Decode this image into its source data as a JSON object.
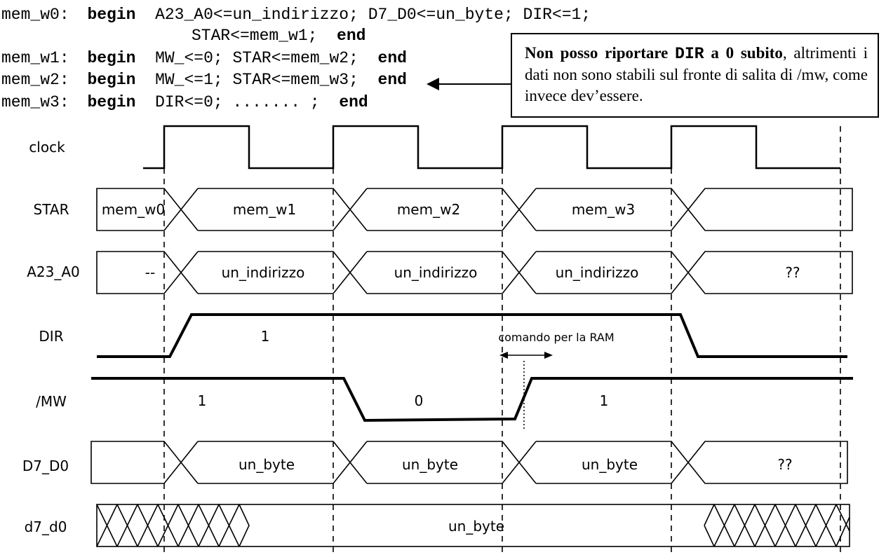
{
  "code": {
    "line1": {
      "label": "mem_w0:",
      "kw_begin": "begin",
      "body": " A23_A0<=un_indirizzo; D7_D0<=un_byte; DIR<=1;"
    },
    "line1b": {
      "body": "STAR<=mem_w1; ",
      "kw_end": "end"
    },
    "line2": {
      "label": "mem_w1:",
      "kw_begin": "begin",
      "body": " MW_<=0; STAR<=mem_w2; ",
      "kw_end": "end"
    },
    "line3": {
      "label": "mem_w2:",
      "kw_begin": "begin",
      "body": " MW_<=1; STAR<=mem_w3; ",
      "kw_end": "end"
    },
    "line4": {
      "label": "mem_w3:",
      "kw_begin": "begin",
      "body": " DIR<=0; ....... ; ",
      "kw_end": "end"
    }
  },
  "note": {
    "bold1": "Non posso riportare ",
    "mono": "DIR",
    "bold2": " a 0 subito",
    "rest": ", altrimenti i dati non sono stabili sul fronte di salita di /mw, come invece dev’essere."
  },
  "signals": {
    "clock": "clock",
    "star": "STAR",
    "a23": "A23_A0",
    "dir": "DIR",
    "mw": "/MW",
    "d7": "D7_D0",
    "d7low": "d7_d0"
  },
  "star_values": [
    "mem_w0",
    "mem_w1",
    "mem_w2",
    "mem_w3"
  ],
  "a23_values": [
    "--",
    "un_indirizzo",
    "un_indirizzo",
    "un_indirizzo",
    "??"
  ],
  "dir_value": "1",
  "mw_values": [
    "1",
    "0",
    "1"
  ],
  "d7_values": [
    "un_byte",
    "un_byte",
    "un_byte",
    "??"
  ],
  "d7low_value": "un_byte",
  "annotation": "comando per la RAM"
}
